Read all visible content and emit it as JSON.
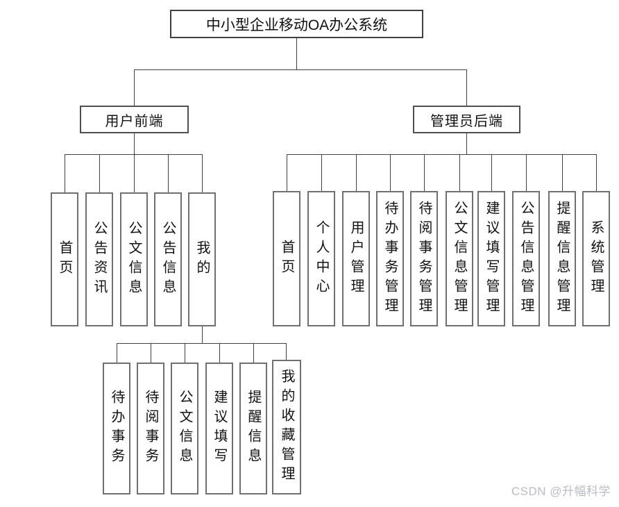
{
  "diagram": {
    "root": "中小型企业移动OA办公系统",
    "branches": [
      {
        "label": "用户前端",
        "children": [
          "首页",
          "公告资讯",
          "公文信息",
          "公告信息",
          "我的"
        ]
      },
      {
        "label": "管理员后端",
        "children": [
          "首页",
          "个人中心",
          "用户管理",
          "待办事务管理",
          "待阅事务管理",
          "公文信息管理",
          "建议填写管理",
          "公告信息管理",
          "提醒信息管理",
          "系统管理"
        ]
      }
    ],
    "my_children": [
      "待办事务",
      "待阅事务",
      "公文信息",
      "建议填写",
      "提醒信息",
      "我的收藏管理"
    ],
    "colors": {
      "line": "#3f3f3f",
      "leaf_border": "#707070",
      "header_border": "#4f4f4f",
      "text": "#111111",
      "watermark_text": "#b8bcc2",
      "background": "#ffffff"
    }
  },
  "watermark": "CSDN @升幅科学"
}
